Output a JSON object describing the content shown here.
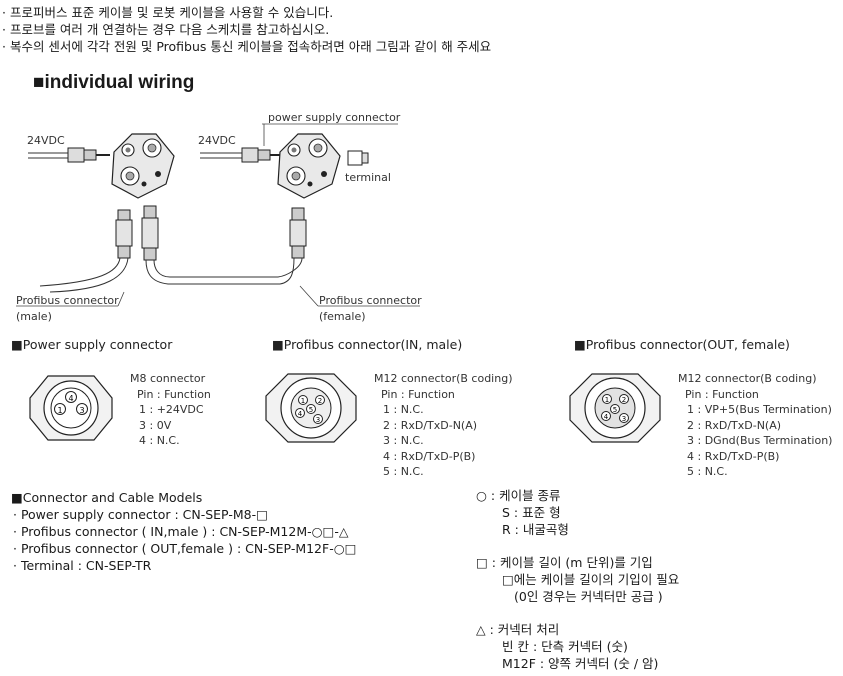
{
  "notes": [
    "· 프로피버스 표준 케이블 및 로봇 케이블을 사용할 수 있습니다.",
    "· 프로브를 여러 개 연결하는 경우 다음 스케치를 참고하십시오.",
    "· 복수의 센서에 각각 전원 및 Profibus 통신 케이블을 접속하려면 아래 그림과 같이 해 주세요"
  ],
  "section_title": "■individual wiring",
  "wiring": {
    "left_voltage": "24VDC",
    "right_voltage": "24VDC",
    "power_supply_connector": "power supply connector",
    "terminal": "terminal",
    "profibus_left_line1": "Profibus connector",
    "profibus_left_line2": "(male)",
    "profibus_right_line1": "Profibus connector",
    "profibus_right_line2": "(female)"
  },
  "connectors": [
    {
      "heading": "■Power supply connector",
      "title": "M8 connector",
      "pin_header": "Pin : Function",
      "pins": [
        "1  : +24VDC",
        "3  : 0V",
        "4  : N.C."
      ]
    },
    {
      "heading": "■Profibus connector(IN, male)",
      "title": "M12 connector(B coding)",
      "pin_header": "Pin : Function",
      "pins": [
        "1  : N.C.",
        "2  : RxD/TxD-N(A)",
        "3  : N.C.",
        "4  : RxD/TxD-P(B)",
        "5  : N.C."
      ]
    },
    {
      "heading": "■Profibus connector(OUT, female)",
      "title": "M12 connector(B coding)",
      "pin_header": "Pin : Function",
      "pins": [
        "1  : VP+5(Bus Termination)",
        "2  : RxD/TxD-N(A)",
        "3  : DGnd(Bus Termination)",
        "4  : RxD/TxD-P(B)",
        "5  : N.C."
      ]
    }
  ],
  "models": {
    "heading": "■Connector and Cable Models",
    "items": [
      "· Power supply connector : CN-SEP-M8-□",
      "· Profibus connector ( IN,male )  : CN-SEP-M12M-○□-△",
      "· Profibus connector ( OUT,female )  : CN-SEP-M12F-○□",
      "· Terminal : CN-SEP-TR"
    ]
  },
  "legend": {
    "circle": [
      "○ : 케이블 종류",
      "S : 표준 형",
      "R : 내굴곡형"
    ],
    "square": [
      "□ : 케이블 길이 (m 단위)를 기입",
      "□에는 케이블 길이의 기입이 필요",
      "(0인 경우는 커넥터만 공급 )"
    ],
    "triangle": [
      "△ : 커넥터 처리",
      "빈 칸 : 단측 커넥터 (숫)",
      "M12F : 양쪽 커넥터 (숫 / 암)"
    ]
  },
  "pin_numbers": {
    "m8": [
      "4",
      "1",
      "3"
    ],
    "m12": [
      "1",
      "2",
      "3",
      "4",
      "5"
    ]
  }
}
